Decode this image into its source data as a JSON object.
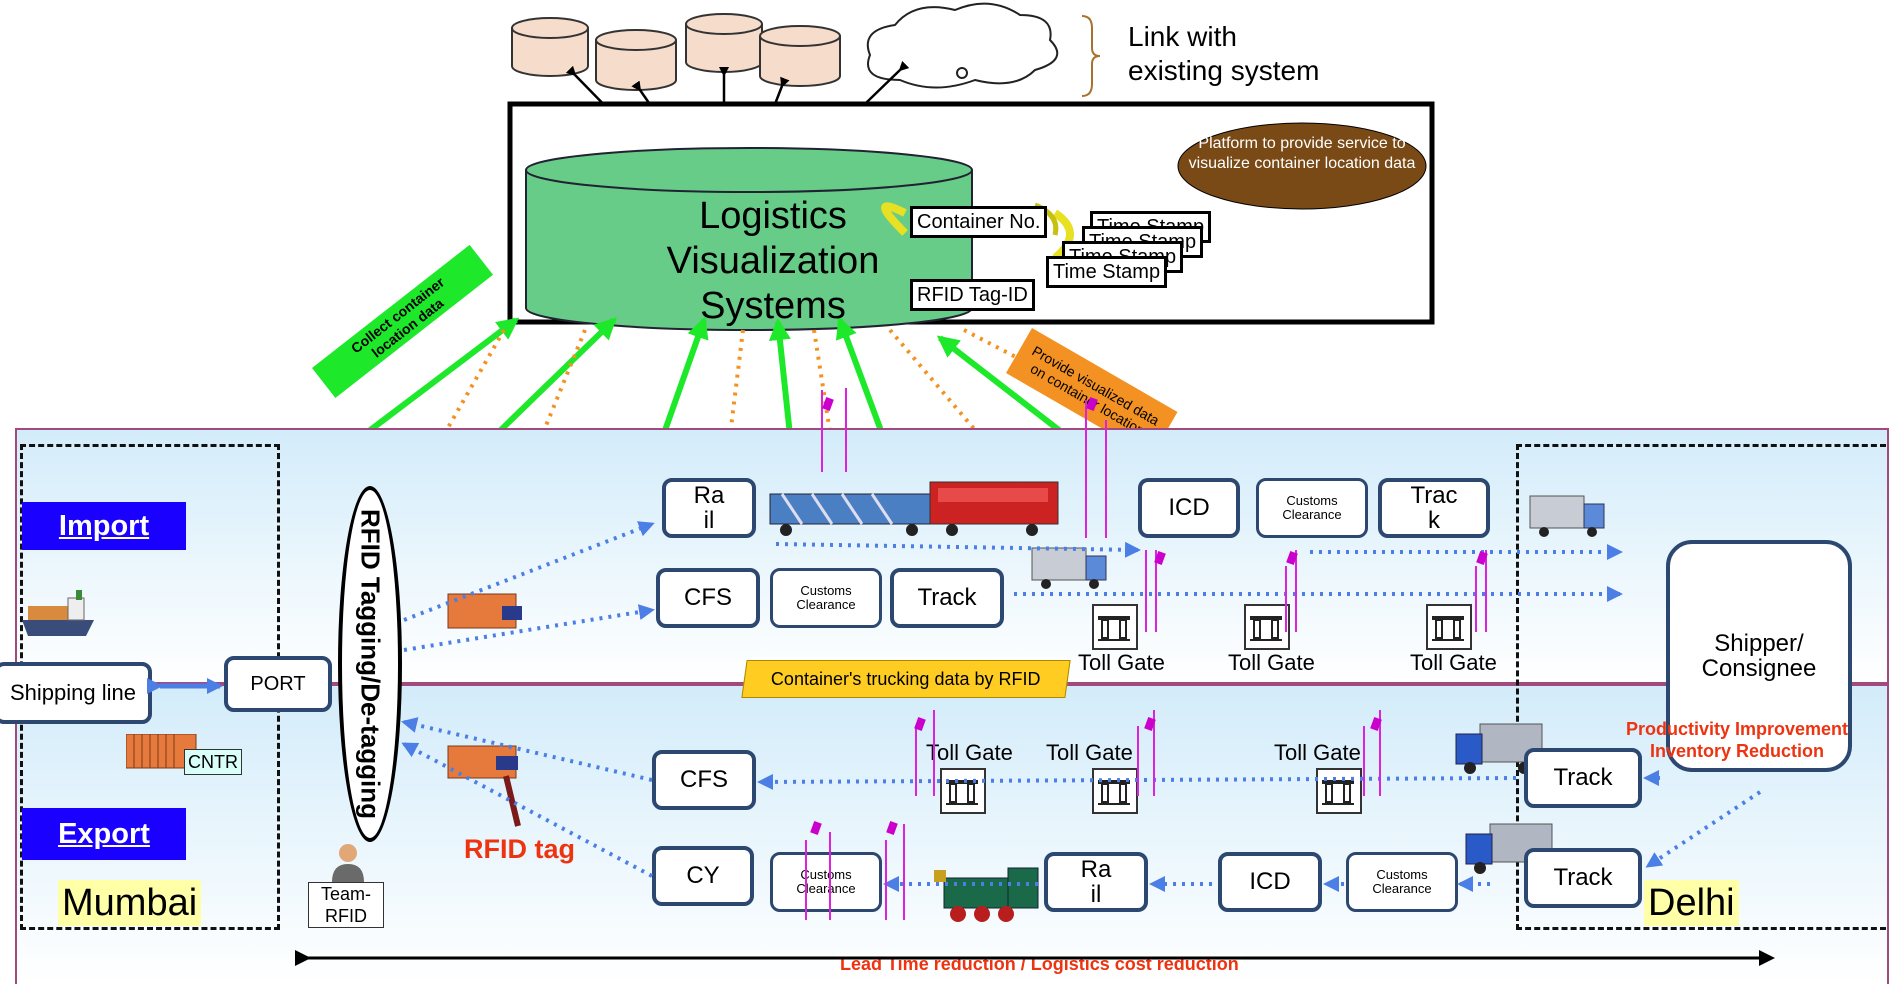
{
  "header": {
    "link_label_line1": "Link with",
    "link_label_line2": "existing system",
    "platform_label": "Platform to provide service to visualize container location data",
    "system_title_line1": "Logistics",
    "system_title_line2": "Visualization",
    "system_title_line3": "Systems",
    "container_no": "Container No.",
    "rfid_tag_id": "RFID Tag-ID",
    "time_stamp": "Time Stamp",
    "collect_label": "Collect container location data",
    "provide_label": "Provide visualized data on container location"
  },
  "flows": {
    "import_label": "Import",
    "export_label": "Export",
    "mumbai": "Mumbai",
    "delhi": "Delhi",
    "shipping_line": "Shipping line",
    "port": "PORT",
    "cntr": "CNTR",
    "rfid_tagging": "RFID Tagging/De-tagging",
    "team_rfid": "Team-RFID",
    "rfid_tag": "RFID tag",
    "import_nodes": {
      "rail": "Rail",
      "icd": "ICD",
      "customs": "Customs Clearance",
      "track_top": "Track",
      "cfs": "CFS",
      "track_mid": "Track"
    },
    "shipper": "Shipper/ Consignee",
    "trucking_banner": "Container's trucking data by RFID",
    "toll_gate": "Toll Gate",
    "export_nodes": {
      "cfs": "CFS",
      "cy": "CY",
      "rail": "Rail",
      "icd": "ICD",
      "track_top": "Track",
      "track_bottom": "Track"
    },
    "productivity_line1": "Productivity Improvement",
    "productivity_line2": "Inventory Reduction",
    "lead_time": "Lead Time reduction / Logistics cost reduction"
  }
}
